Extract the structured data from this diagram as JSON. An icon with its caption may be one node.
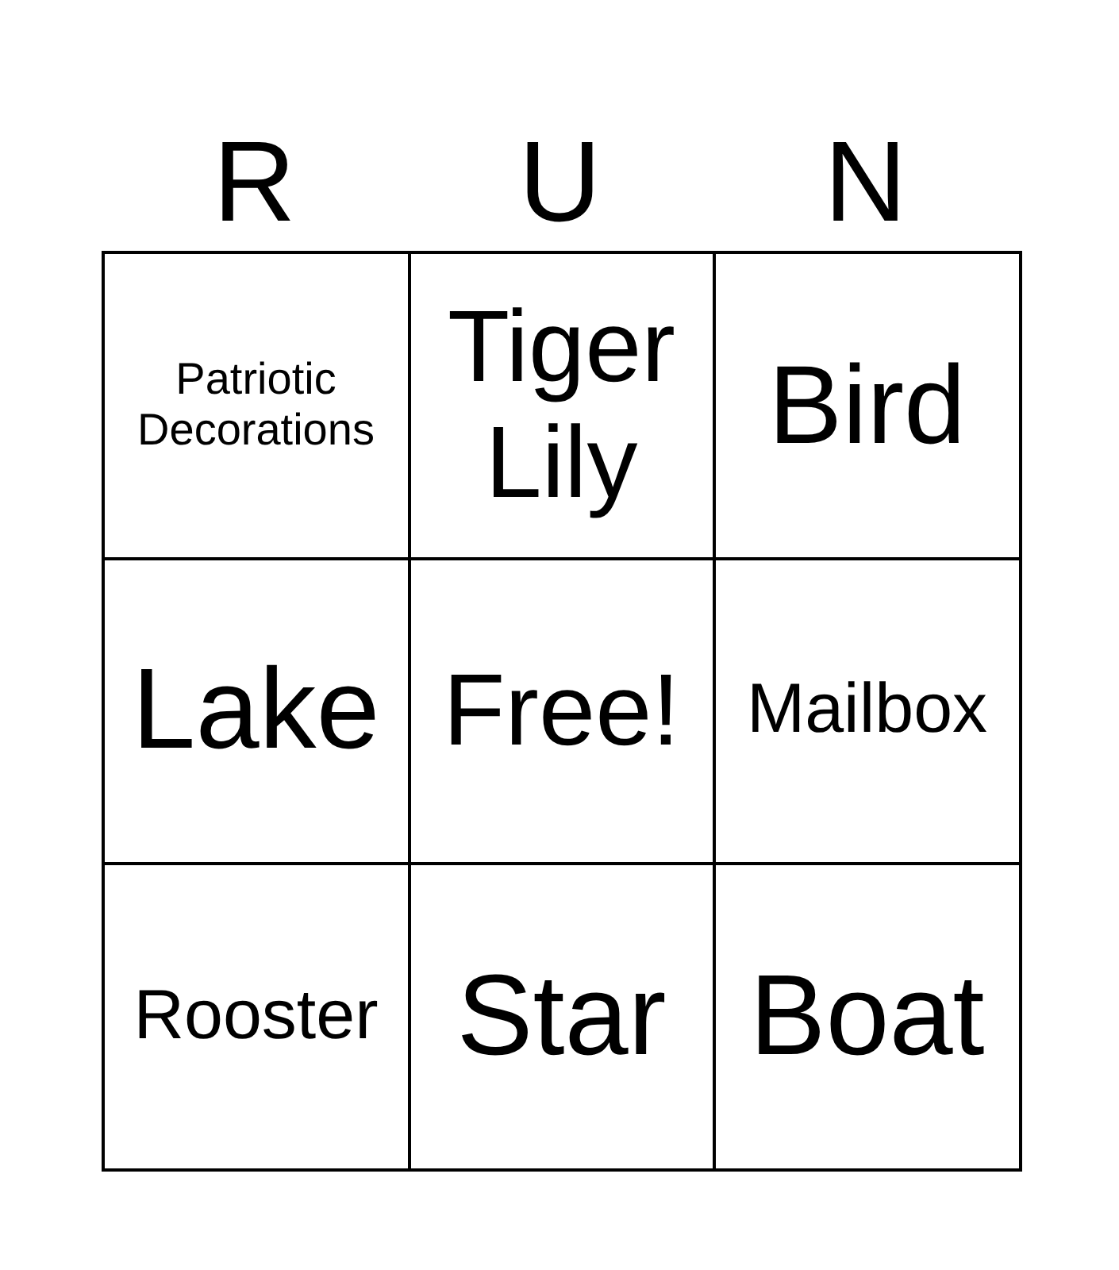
{
  "diagram": {
    "labels": [
      "R",
      "U",
      "N",
      "Patriotic Decorations",
      "Tiger Lily",
      "Bird",
      "Lake",
      "Free!",
      "Mailbox",
      "Rooster",
      "Star",
      "Boat"
    ]
  }
}
